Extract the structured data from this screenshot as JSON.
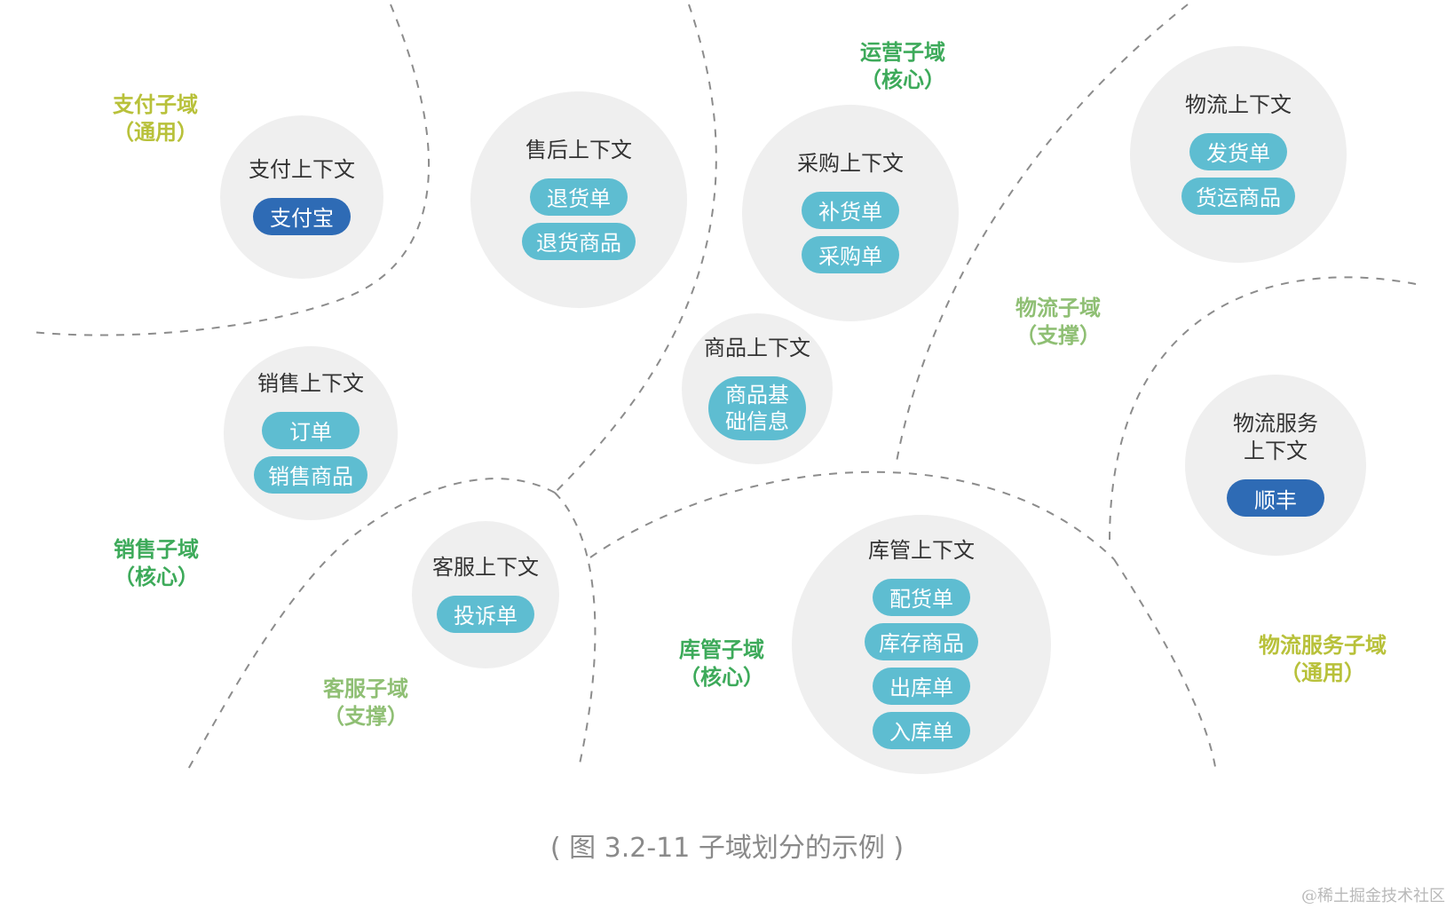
{
  "colors": {
    "circle_bg": "#efefef",
    "pill_light": "#5ebdd1",
    "pill_dark": "#2e6bb5",
    "label_green": "#3daa5a",
    "label_olive": "#b8c13a",
    "label_sage": "#8fbf74",
    "boundary": "#8c8c8c",
    "caption": "#8a8a8a"
  },
  "contexts": [
    {
      "id": "payment",
      "title": "支付上下文",
      "items": [
        {
          "label": "支付宝",
          "style": "dark"
        }
      ]
    },
    {
      "id": "aftersale",
      "title": "售后上下文",
      "items": [
        {
          "label": "退货单",
          "style": "light"
        },
        {
          "label": "退货商品",
          "style": "light"
        }
      ]
    },
    {
      "id": "purchase",
      "title": "采购上下文",
      "items": [
        {
          "label": "补货单",
          "style": "light"
        },
        {
          "label": "采购单",
          "style": "light"
        }
      ]
    },
    {
      "id": "logistics",
      "title": "物流上下文",
      "items": [
        {
          "label": "发货单",
          "style": "light"
        },
        {
          "label": "货运商品",
          "style": "light"
        }
      ]
    },
    {
      "id": "product",
      "title": "商品上下文",
      "items": [
        {
          "label": "商品基\n础信息",
          "style": "light"
        }
      ]
    },
    {
      "id": "sales",
      "title": "销售上下文",
      "items": [
        {
          "label": "订单",
          "style": "light"
        },
        {
          "label": "销售商品",
          "style": "light"
        }
      ]
    },
    {
      "id": "logservice",
      "title": "物流服务\n上下文",
      "items": [
        {
          "label": "顺丰",
          "style": "dark"
        }
      ]
    },
    {
      "id": "service",
      "title": "客服上下文",
      "items": [
        {
          "label": "投诉单",
          "style": "light"
        }
      ]
    },
    {
      "id": "warehouse",
      "title": "库管上下文",
      "items": [
        {
          "label": "配货单",
          "style": "light"
        },
        {
          "label": "库存商品",
          "style": "light"
        },
        {
          "label": "出库单",
          "style": "light"
        },
        {
          "label": "入库单",
          "style": "light"
        }
      ]
    }
  ],
  "subdomains": [
    {
      "id": "payment",
      "label": "支付子域\n（通用）",
      "color": "#b8c13a"
    },
    {
      "id": "operation",
      "label": "运营子域\n（核心）",
      "color": "#3daa5a"
    },
    {
      "id": "logistics",
      "label": "物流子域\n（支撑）",
      "color": "#8fbf74"
    },
    {
      "id": "sales",
      "label": "销售子域\n（核心）",
      "color": "#3daa5a"
    },
    {
      "id": "warehouse",
      "label": "库管子域\n（核心）",
      "color": "#3daa5a"
    },
    {
      "id": "service",
      "label": "客服子域\n（支撑）",
      "color": "#8fbf74"
    },
    {
      "id": "logservice",
      "label": "物流服务子域\n（通用）",
      "color": "#b8c13a"
    }
  ],
  "caption": "( 图 3.2-11 子域划分的示例 )",
  "watermark": "@稀土掘金技术社区"
}
